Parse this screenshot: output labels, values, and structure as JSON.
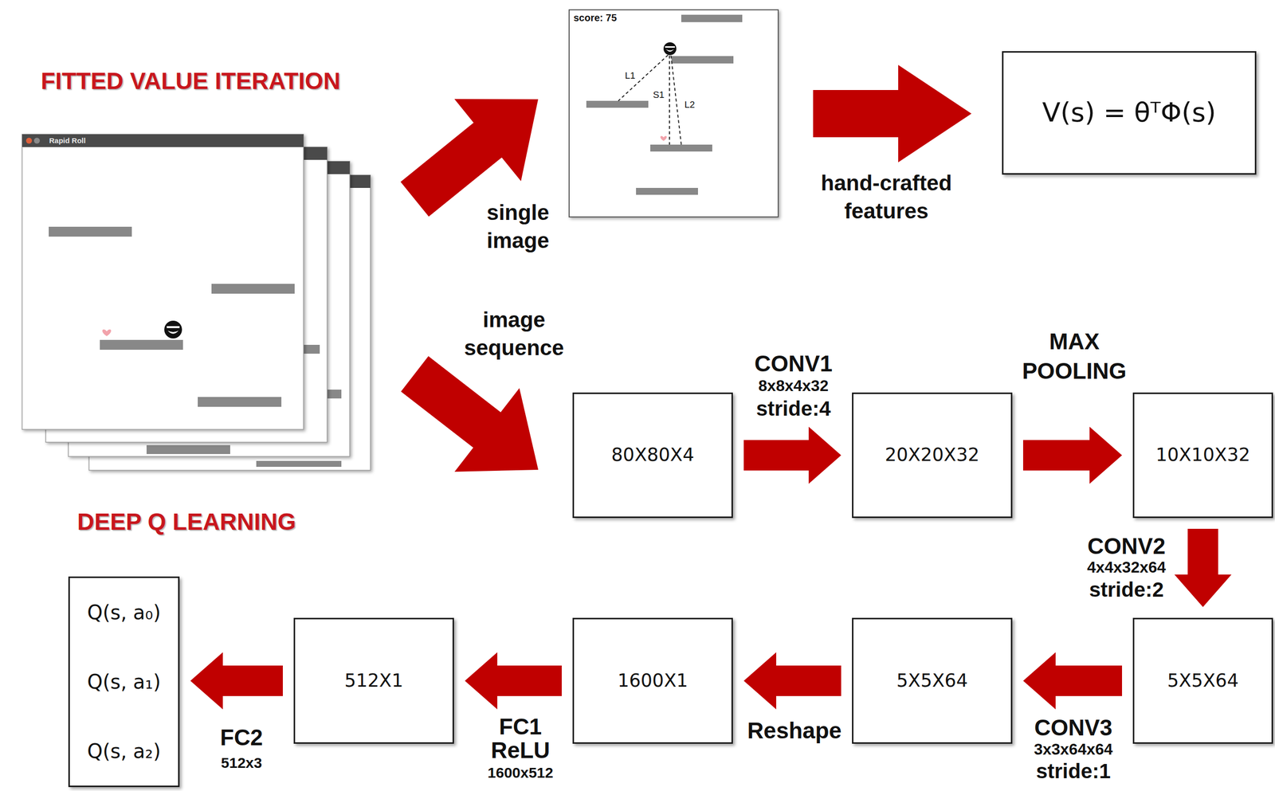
{
  "diagram": {
    "nodes": [
      {
        "text": [
          "V(s) = θᵀΦ(s)"
        ]
      },
      {
        "text": [
          "80X80X4"
        ]
      },
      {
        "text": [
          "20X20X32"
        ]
      },
      {
        "text": [
          "10X10X32"
        ]
      },
      {
        "text": [
          "5X5X64"
        ]
      },
      {
        "text": [
          "5X5X64"
        ]
      },
      {
        "text": [
          "1600X1"
        ]
      },
      {
        "text": [
          "512X1"
        ]
      },
      {
        "text": [
          "Q(s, a₀)",
          "Q(s, a₁)",
          "Q(s, a₂)"
        ]
      }
    ],
    "edges": [
      {
        "from": 1,
        "to": 2,
        "arrow": "to",
        "label": "CONV1"
      },
      {
        "from": 2,
        "to": 3,
        "arrow": "to",
        "label": "MAX POOLING"
      },
      {
        "from": 3,
        "to": 4,
        "arrow": "to",
        "label": "CONV2"
      },
      {
        "from": 4,
        "to": 5,
        "arrow": "to",
        "label": "CONV3"
      },
      {
        "from": 5,
        "to": 6,
        "arrow": "to",
        "label": "Reshape"
      },
      {
        "from": 6,
        "to": 7,
        "arrow": "to",
        "label": "FC1"
      },
      {
        "from": 7,
        "to": 8,
        "arrow": "to",
        "label": "FC2"
      }
    ],
    "labels": [
      "FITTED VALUE ITERATION",
      "Rapid Roll",
      "score: 75",
      "L1",
      "S1",
      "L2",
      "single image",
      "hand-crafted features",
      "image sequence",
      "DEEP Q LEARNING",
      "8x8x4x32",
      "stride:4",
      "4x4x32x64",
      "stride:2",
      "3x3x64x64",
      "stride:1",
      "ReLU",
      "1600x512",
      "512x3"
    ]
  }
}
